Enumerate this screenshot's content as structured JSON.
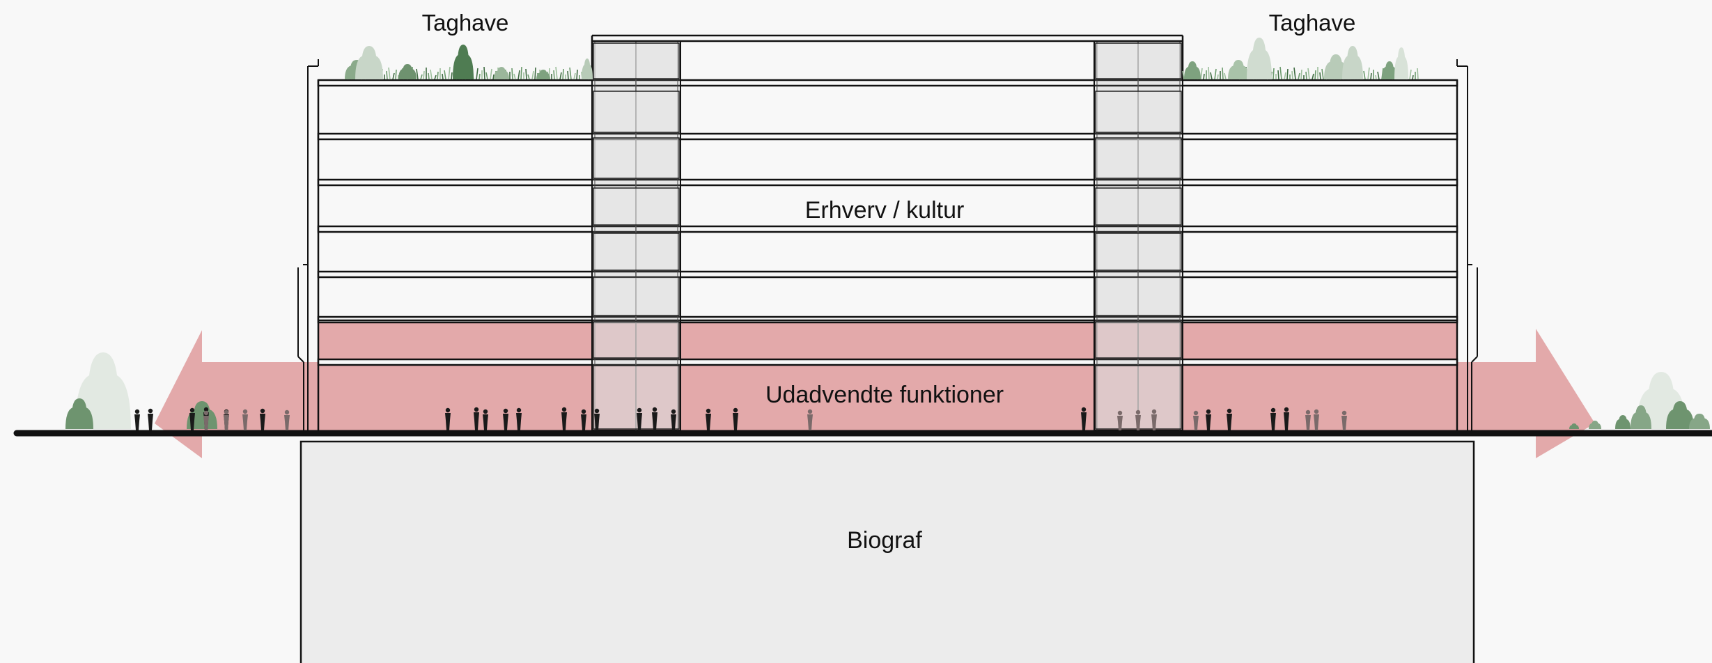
{
  "labels": {
    "roof_garden_left": "Taghave",
    "roof_garden_right": "Taghave",
    "upper_floors": "Erhverv / kultur",
    "ground_floor": "Udadvendte funktioner",
    "basement": "Biograf"
  },
  "colors": {
    "background": "#f8f8f8",
    "highlight": "#e3a9aa",
    "line": "#111111",
    "basement_fill": "#ececec",
    "core_fill": "#ebebeb",
    "vegetation": "#5e8a60",
    "people": "#1a1a1a"
  },
  "icons": {
    "arrow_left": "double-arrow-left",
    "arrow_right": "double-arrow-right",
    "person": "person-silhouette",
    "tree": "tree-silhouette",
    "grass": "grass-silhouette"
  }
}
